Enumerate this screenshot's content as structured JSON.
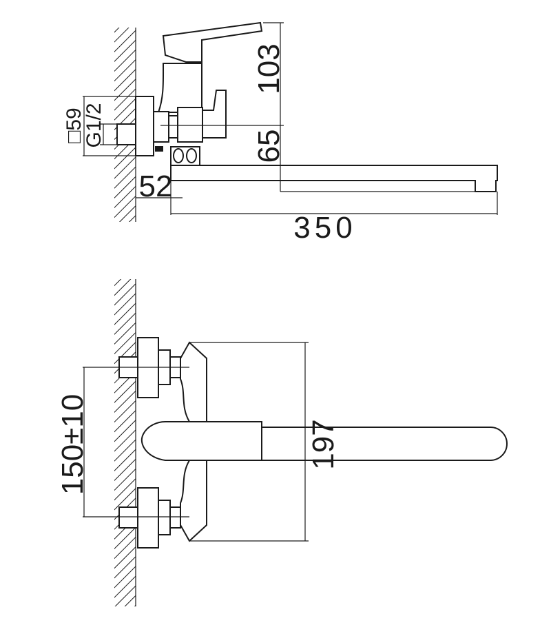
{
  "side_view": {
    "dim_height_handle": "103",
    "dim_outlet_drop": "65",
    "dim_wall_offset": "52",
    "dim_spout_length": "350",
    "dim_flange": "□59",
    "dim_thread": "G1/2"
  },
  "front_view": {
    "dim_centers": "150±10",
    "dim_body_height": "197"
  },
  "colors": {
    "line": "#1a1a1a",
    "background": "#ffffff"
  }
}
